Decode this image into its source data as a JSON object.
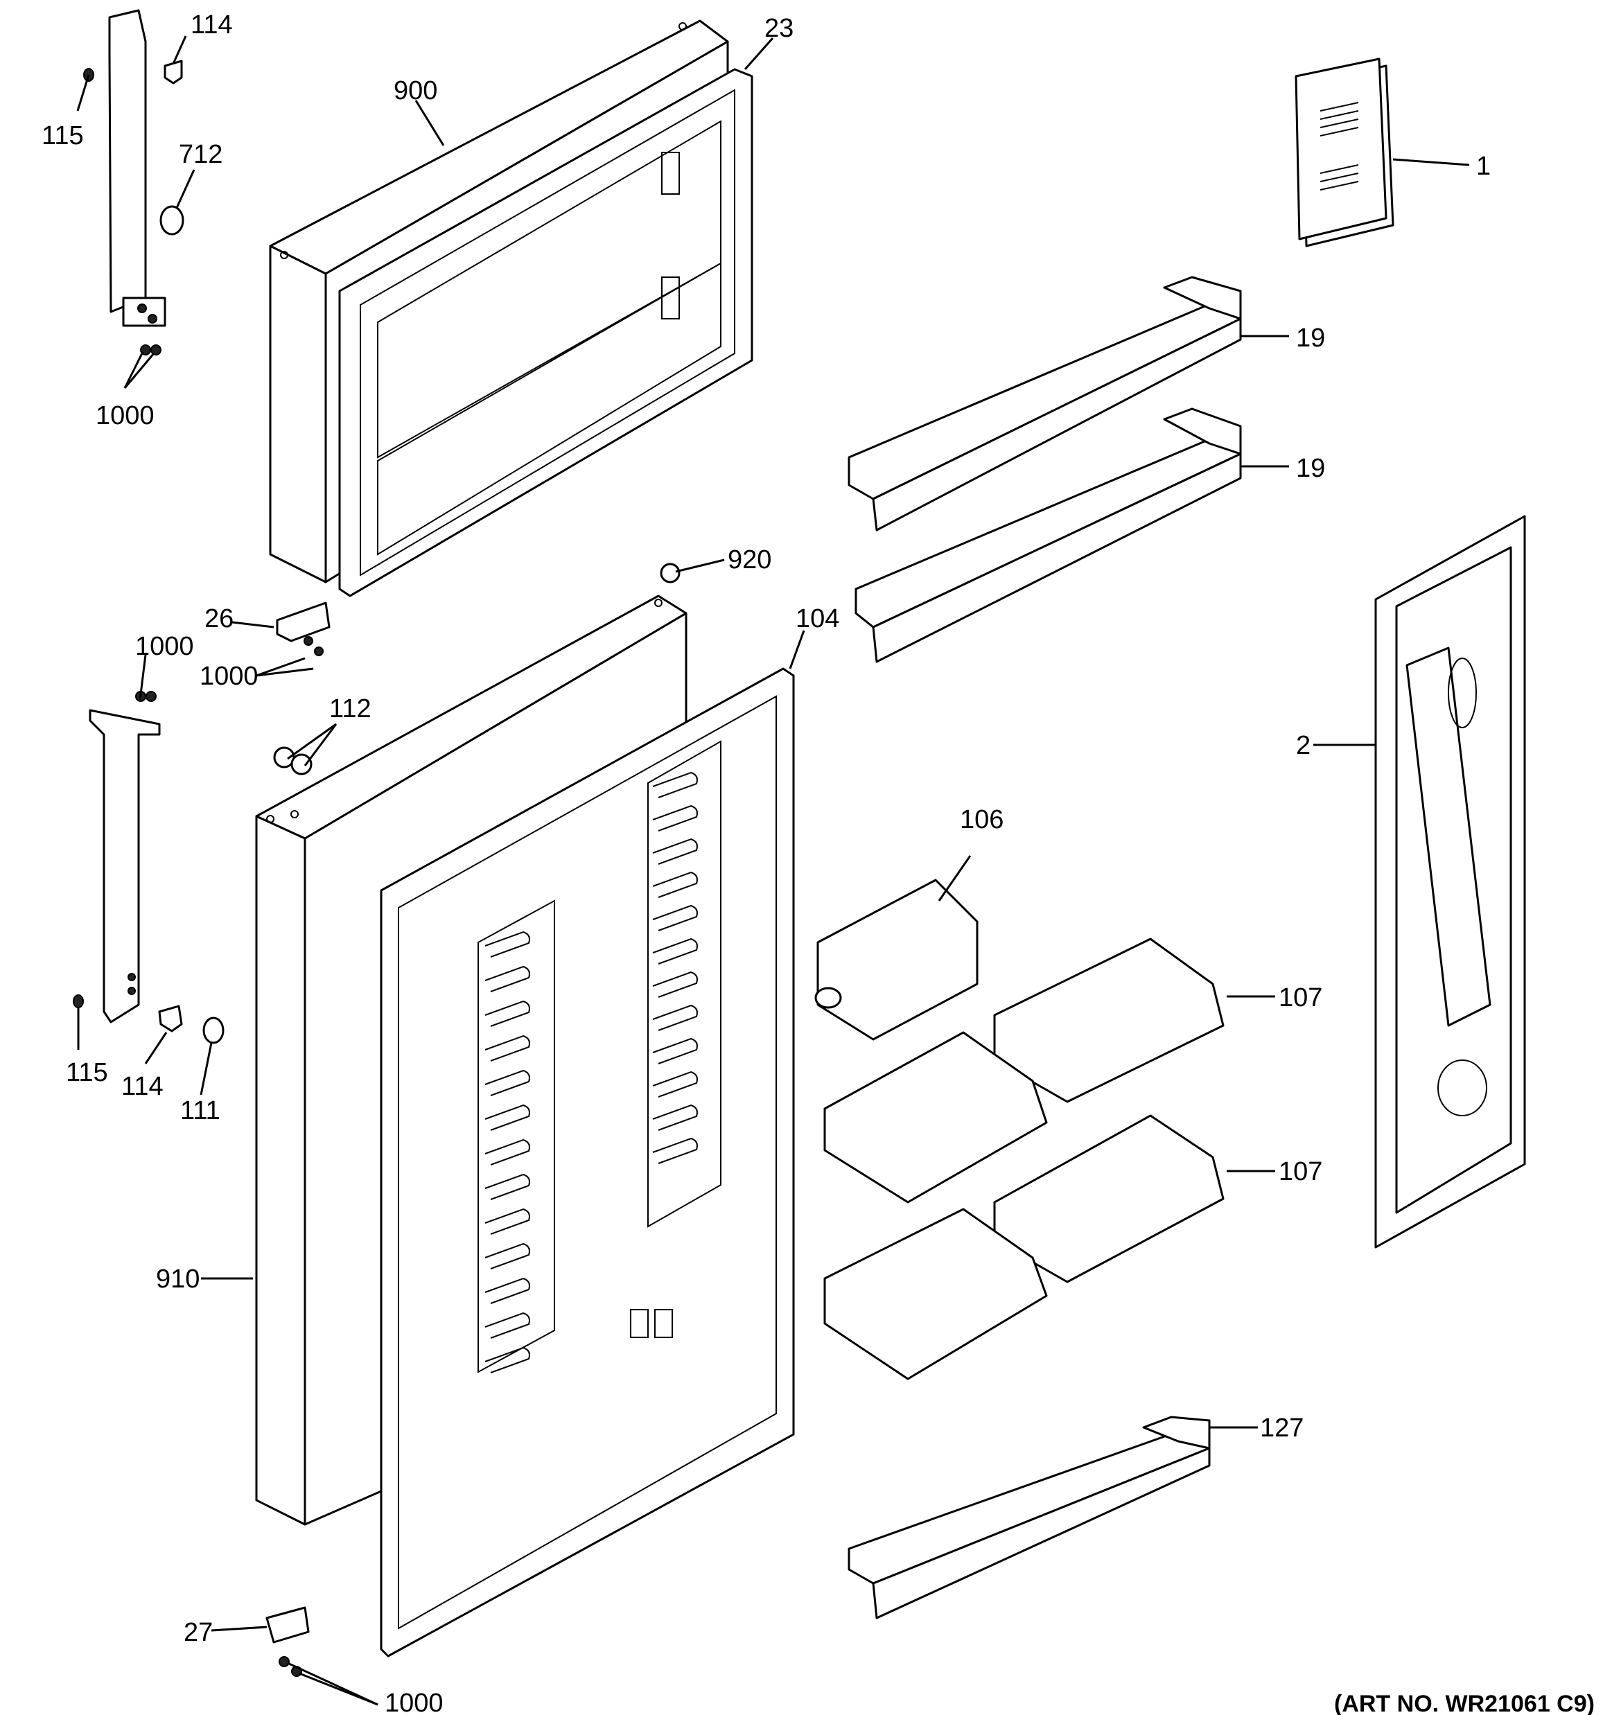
{
  "diagram": {
    "art_number": "(ART NO. WR21061 C9)",
    "callouts": {
      "c114_top": "114",
      "c115_top": "115",
      "c712": "712",
      "c1000_top": "1000",
      "c900": "900",
      "c23": "23",
      "c1": "1",
      "c19_a": "19",
      "c19_b": "19",
      "c920": "920",
      "c26": "26",
      "c1000_mid_a": "1000",
      "c1000_mid_b": "1000",
      "c104": "104",
      "c112": "112",
      "c2": "2",
      "c106": "106",
      "c107_a": "107",
      "c107_b": "107",
      "c115_bot": "115",
      "c114_bot": "114",
      "c111": "111",
      "c910": "910",
      "c127": "127",
      "c27": "27",
      "c1000_bot": "1000"
    }
  }
}
